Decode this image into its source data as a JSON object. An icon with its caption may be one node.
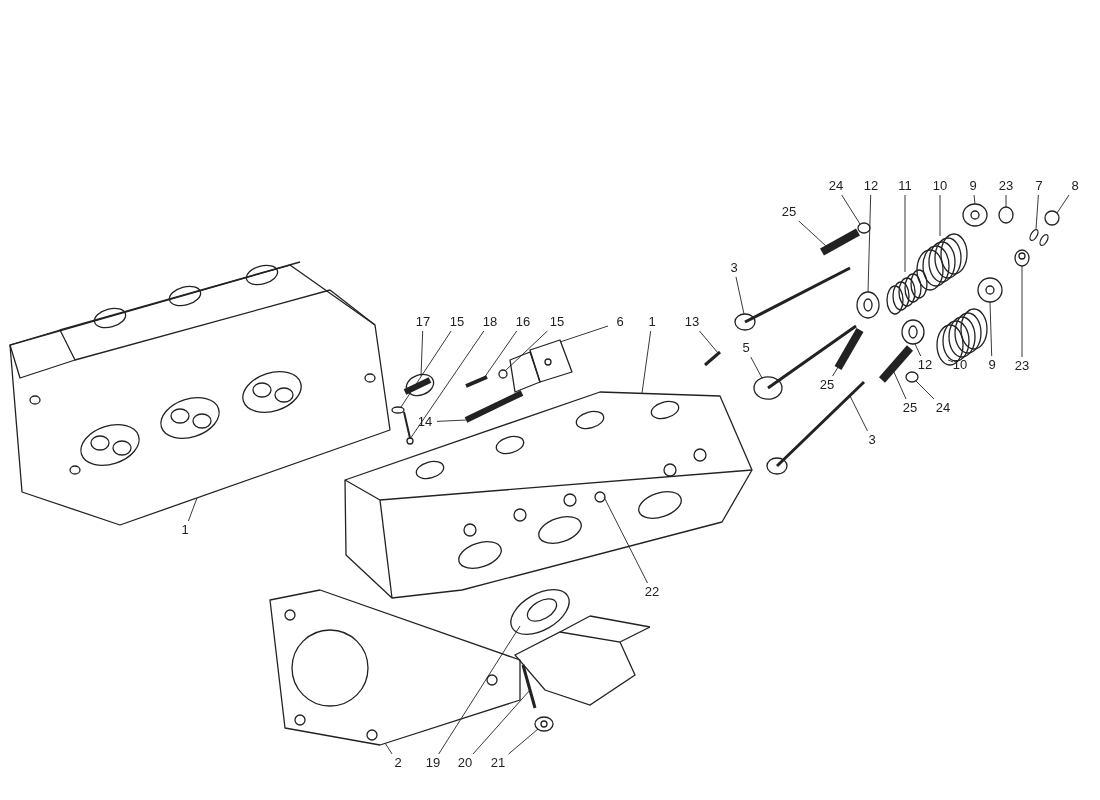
{
  "diagram": {
    "nodes": [
      {
        "text": [
          "24"
        ]
      },
      {
        "text": [
          "12"
        ]
      },
      {
        "text": [
          "11"
        ]
      },
      {
        "text": [
          "10"
        ]
      },
      {
        "text": [
          "9"
        ]
      },
      {
        "text": [
          "23"
        ]
      },
      {
        "text": [
          "7"
        ]
      },
      {
        "text": [
          "8"
        ]
      },
      {
        "text": [
          "25"
        ]
      },
      {
        "text": [
          "3"
        ]
      },
      {
        "text": [
          "17"
        ]
      },
      {
        "text": [
          "15"
        ]
      },
      {
        "text": [
          "18"
        ]
      },
      {
        "text": [
          "16"
        ]
      },
      {
        "text": [
          "15"
        ]
      },
      {
        "text": [
          "6"
        ]
      },
      {
        "text": [
          "1"
        ]
      },
      {
        "text": [
          "13"
        ]
      },
      {
        "text": [
          "5"
        ]
      },
      {
        "text": [
          "12"
        ]
      },
      {
        "text": [
          "10"
        ]
      },
      {
        "text": [
          "9"
        ]
      },
      {
        "text": [
          "23"
        ]
      },
      {
        "text": [
          "25"
        ]
      },
      {
        "text": [
          "25"
        ]
      },
      {
        "text": [
          "24"
        ]
      },
      {
        "text": [
          "14"
        ]
      },
      {
        "text": [
          "3"
        ]
      },
      {
        "text": [
          "1"
        ]
      },
      {
        "text": [
          "22"
        ]
      },
      {
        "text": [
          "2"
        ]
      },
      {
        "text": [
          "19"
        ]
      },
      {
        "text": [
          "20"
        ]
      },
      {
        "text": [
          "21"
        ]
      },
      {
        "text": [],
        "shape": "picture"
      },
      {
        "text": [],
        "shape": "circle"
      },
      {
        "text": [],
        "shape": "circle"
      },
      {
        "text": [],
        "shape": "circle"
      },
      {
        "text": [],
        "shape": "picture"
      },
      {
        "text": [],
        "shape": "picture"
      },
      {
        "text": [],
        "shape": "picture"
      },
      {
        "text": [],
        "shape": "picture"
      },
      {
        "text": [],
        "shape": "picture"
      },
      {
        "text": [],
        "shape": "picture"
      },
      {
        "text": [],
        "shape": "picture"
      },
      {
        "text": [],
        "shape": "picture"
      },
      {
        "text": [],
        "shape": "picture"
      },
      {
        "text": [],
        "shape": "picture"
      },
      {
        "text": [],
        "shape": "picture"
      },
      {
        "text": [],
        "shape": "picture"
      },
      {
        "text": [],
        "shape": "picture"
      },
      {
        "text": [],
        "shape": "picture"
      },
      {
        "text": [],
        "shape": "circle"
      },
      {
        "text": [],
        "shape": "picture"
      },
      {
        "text": [],
        "shape": "picture"
      },
      {
        "text": [],
        "shape": "picture"
      },
      {
        "text": [],
        "shape": "circle"
      },
      {
        "text": [],
        "shape": "picture"
      },
      {
        "text": [],
        "shape": "picture"
      },
      {
        "text": [],
        "shape": "picture"
      },
      {
        "text": [],
        "shape": "circle",
        "in": 57
      },
      {
        "text": [],
        "shape": "picture"
      },
      {
        "text": [],
        "shape": "picture"
      },
      {
        "text": [],
        "shape": "picture"
      },
      {
        "text": [],
        "shape": "circle"
      },
      {
        "text": [],
        "shape": "picture"
      },
      {
        "text": [],
        "shape": "picture"
      },
      {
        "text": [],
        "shape": "picture"
      }
    ],
    "edges": [
      {
        "from": 0,
        "to": 37,
        "arrow": "none"
      },
      {
        "from": 1,
        "to": 45,
        "arrow": "none"
      },
      {
        "from": 2,
        "to": 43,
        "arrow": "none"
      },
      {
        "from": 3,
        "to": 41,
        "arrow": "none"
      },
      {
        "from": 4,
        "to": 34,
        "arrow": "none"
      },
      {
        "from": 5,
        "to": 35,
        "arrow": "none"
      },
      {
        "from": 6,
        "to": 38,
        "arrow": "none"
      },
      {
        "from": 7,
        "to": 36,
        "arrow": "none"
      },
      {
        "from": 8,
        "to": 39,
        "arrow": "none"
      },
      {
        "from": 9,
        "to": 42,
        "arrow": "none"
      },
      {
        "from": 10,
        "to": 54,
        "arrow": "none"
      },
      {
        "from": 11,
        "to": 64,
        "arrow": "none"
      },
      {
        "from": 12,
        "to": 65,
        "arrow": "none"
      },
      {
        "from": 13,
        "to": 53,
        "arrow": "none"
      },
      {
        "from": 14,
        "to": 52,
        "arrow": "none"
      },
      {
        "from": 15,
        "to": 50,
        "arrow": "none"
      },
      {
        "from": 16,
        "to": 57,
        "arrow": "none"
      },
      {
        "from": 17,
        "to": 51,
        "arrow": "none"
      },
      {
        "from": 18,
        "to": 46,
        "arrow": "none"
      },
      {
        "from": 19,
        "to": 48,
        "arrow": "none"
      },
      {
        "from": 20,
        "to": 49,
        "arrow": "none"
      },
      {
        "from": 21,
        "to": 44,
        "arrow": "none"
      },
      {
        "from": 22,
        "to": 40,
        "arrow": "none"
      },
      {
        "from": 23,
        "to": 47,
        "arrow": "none"
      },
      {
        "from": 24,
        "to": 55,
        "arrow": "none"
      },
      {
        "from": 25,
        "to": 56,
        "arrow": "none"
      },
      {
        "from": 26,
        "to": 66,
        "arrow": "none"
      },
      {
        "from": 27,
        "to": 67,
        "arrow": "none"
      },
      {
        "from": 28,
        "to": 58,
        "arrow": "none"
      },
      {
        "from": 29,
        "to": 60,
        "arrow": "none"
      },
      {
        "from": 30,
        "to": 59,
        "arrow": "none"
      },
      {
        "from": 31,
        "to": 61,
        "arrow": "none"
      },
      {
        "from": 32,
        "to": 62,
        "arrow": "none"
      },
      {
        "from": 33,
        "to": 63,
        "arrow": "none"
      }
    ]
  }
}
